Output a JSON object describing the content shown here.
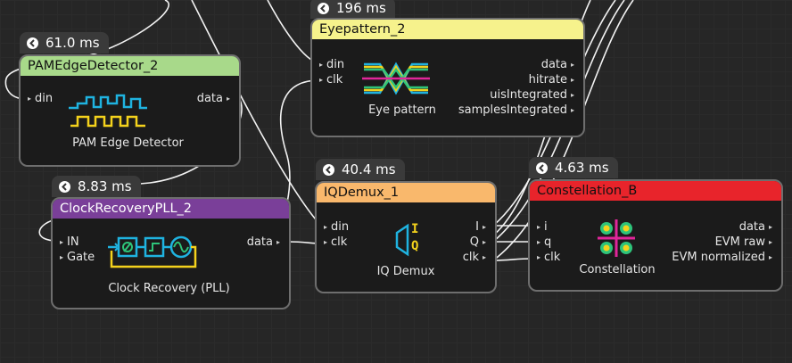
{
  "colors": {
    "canvas_bg": "#262626",
    "node_bg": "#1b1b1b",
    "node_border": "#6e6e6e",
    "wire": "#f2f2f2",
    "pam_header": "#a8d98a",
    "eye_header": "#f6f28c",
    "iq_header": "#f9b86c",
    "constellation_header": "#e8242b",
    "pll_header": "#7a3f99",
    "icon_cyan": "#1fb3e0",
    "icon_yellow": "#f4d21c",
    "icon_magenta": "#e0269a",
    "icon_green": "#2ec47a"
  },
  "nodes": {
    "pam": {
      "timing": "61.0 ms",
      "title": "PAMEdgeDetector_2",
      "inputs": [
        "din"
      ],
      "outputs": [
        "data"
      ],
      "caption": "PAM Edge Detector",
      "icon": "pam-waveform-icon"
    },
    "eye": {
      "timing": "196 ms",
      "title": "Eyepattern_2",
      "inputs": [
        "din",
        "clk"
      ],
      "outputs": [
        "data",
        "hitrate",
        "uisIntegrated",
        "samplesIntegrated"
      ],
      "caption": "Eye pattern",
      "icon": "eye-diagram-icon"
    },
    "pll": {
      "timing": "8.83 ms",
      "title": "ClockRecoveryPLL_2",
      "inputs": [
        "IN",
        "Gate"
      ],
      "outputs": [
        "data"
      ],
      "caption": "Clock Recovery (PLL)",
      "icon": "pll-loop-icon"
    },
    "iq": {
      "timing": "40.4 ms",
      "title": "IQDemux_1",
      "inputs": [
        "din",
        "clk"
      ],
      "outputs": [
        "I",
        "Q",
        "clk"
      ],
      "caption": "IQ Demux",
      "icon": "iq-demux-icon",
      "icon_i": "I",
      "icon_q": "Q"
    },
    "const": {
      "timing": "4.63 ms",
      "title": "Constellation_B",
      "inputs": [
        "i",
        "q",
        "clk"
      ],
      "outputs": [
        "data",
        "EVM raw",
        "EVM normalized"
      ],
      "caption": "Constellation",
      "icon": "constellation-icon"
    }
  }
}
